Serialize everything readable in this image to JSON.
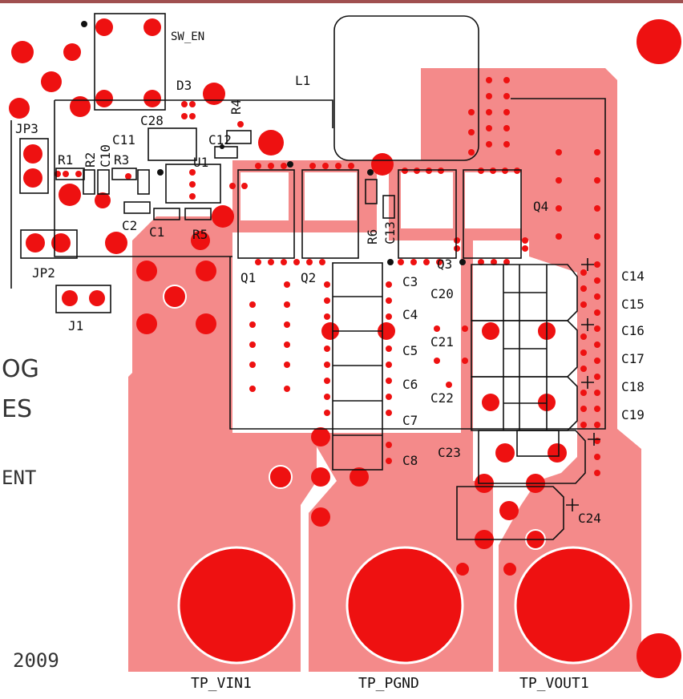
{
  "colors": {
    "copper": "#f48a8a",
    "pad": "#ee1111",
    "silk": "#111111",
    "topline": "#a05050"
  },
  "labels": {
    "sw_en": "SW_EN",
    "d3": "D3",
    "l1": "L1",
    "r4": "R4",
    "c28": "C28",
    "c11": "C11",
    "c10": "C10",
    "r2": "R2",
    "r1": "R1",
    "r3": "R3",
    "c12": "C12",
    "u1": "U1",
    "jp3": "JP3",
    "jp2": "JP2",
    "j1": "J1",
    "c2": "C2",
    "c1": "C1",
    "r5": "R5",
    "r6": "R6",
    "c13": "C13",
    "q1": "Q1",
    "q2": "Q2",
    "q3": "Q3",
    "q4": "Q4",
    "c3": "C3",
    "c4": "C4",
    "c5": "C5",
    "c6": "C6",
    "c7": "C7",
    "c8": "C8",
    "c20": "C20",
    "c21": "C21",
    "c22": "C22",
    "c23": "C23",
    "c24": "C24",
    "c14": "C14",
    "c15": "C15",
    "c16": "C16",
    "c17": "C17",
    "c18": "C18",
    "c19": "C19",
    "tp_vin1": "TP_VIN1",
    "tp_pgnd": "TP_PGND",
    "tp_vout1": "TP_VOUT1",
    "partial_og": "OG",
    "partial_es": "ES",
    "partial_ent": "ENT",
    "year": "2009"
  }
}
